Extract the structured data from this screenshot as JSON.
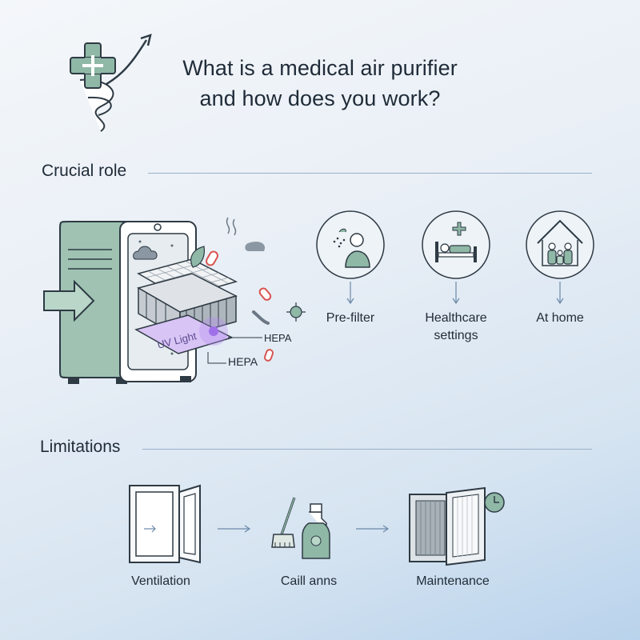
{
  "title_line1": "What is a medical air purifier",
  "title_line2": "and how does you work?",
  "sections": {
    "crucial": {
      "title": "Crucial role"
    },
    "limitations": {
      "title": "Limitations"
    }
  },
  "purifier": {
    "uv_label": "UV Light",
    "hepa_label_upper": "HEPA",
    "hepa_label_lower": "HEPA"
  },
  "roles": [
    {
      "label": "Pre-filter",
      "icon": "person-breathing-icon"
    },
    {
      "label": "Healthcare\nsettings",
      "icon": "hospital-bed-icon"
    },
    {
      "label": "At home",
      "icon": "house-family-icon"
    }
  ],
  "limitations": [
    {
      "label": "Ventilation",
      "icon": "open-window-icon"
    },
    {
      "label": "Caill anns",
      "icon": "cleaning-supplies-icon"
    },
    {
      "label": "Maintenance",
      "icon": "dirty-filter-icon"
    }
  ],
  "colors": {
    "accent_green": "#8fb8a6",
    "dark_outline": "#2e3a44",
    "uv_purple": "#b48cf0",
    "germ_red": "#d9534f",
    "rule_blue": "#9bb0c8"
  }
}
